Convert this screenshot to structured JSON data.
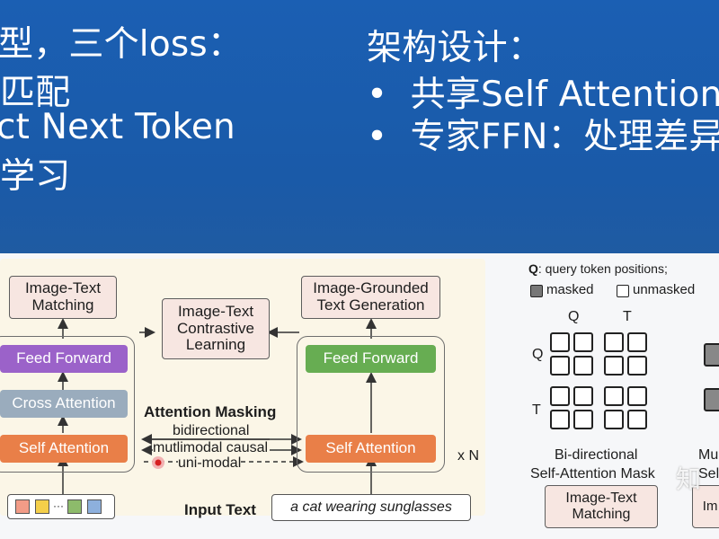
{
  "slide_top": {
    "left_lines": [
      "型，三个loss：",
      "匹配",
      "ct Next Token",
      "学习"
    ],
    "right_heading": "架构设计：",
    "right_bullets": [
      "共享Self Attention: ",
      "专家FFN：处理差异化"
    ],
    "bullet_glyph": "•"
  },
  "diagram": {
    "top_boxes": {
      "itm": "Image-Text Matching",
      "itc": "Image-Text Contrastive Learning",
      "lm": "Image-Grounded Text Generation"
    },
    "left_stack": {
      "ff": "Feed Forward",
      "ca": "Cross Attention",
      "sa": "Self Attention"
    },
    "right_stack": {
      "ff": "Feed Forward",
      "sa": "Self Attention"
    },
    "masking": {
      "title": "Attention Masking",
      "lines": [
        "bidirectional",
        "mutlimodal causal",
        "uni-modal"
      ]
    },
    "repeat": "x N",
    "input_label": "Input Text",
    "input_text": "a cat wearing sunglasses",
    "token_colors": [
      "#f29c87",
      "#f4cf4a",
      "#8dbb6b",
      "#8db0dd"
    ],
    "token_ellipsis": "···"
  },
  "mask_panel": {
    "legend_title": "Q: query token positions;",
    "masked": "masked",
    "unmasked": "unmasked",
    "q": "Q",
    "t": "T",
    "caption1": "Bi-directional",
    "caption2": "Self-Attention Mask",
    "button": "Image-Text Matching",
    "partial_caption1": "Mu",
    "partial_caption2": "Sel",
    "partial_button": "Im Te",
    "watermark": "知"
  }
}
